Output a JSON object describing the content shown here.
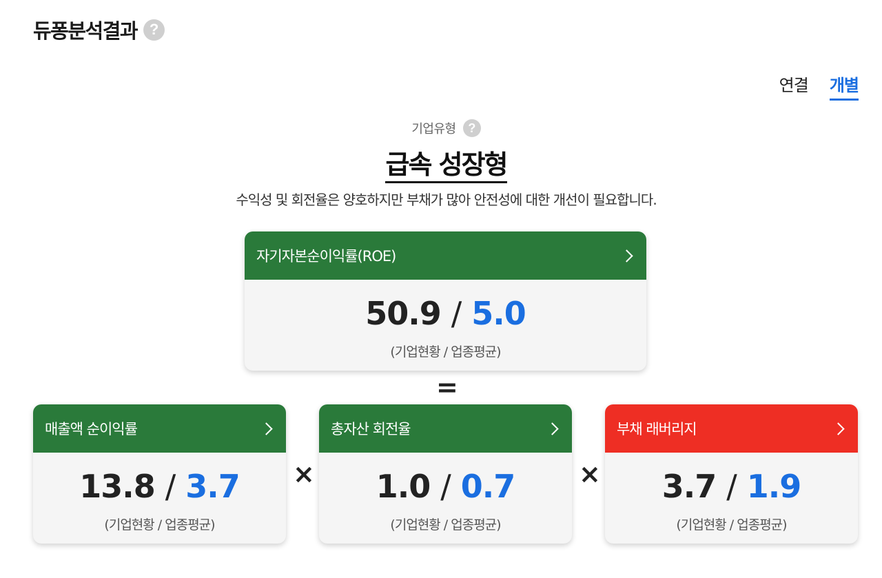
{
  "header": {
    "title": "듀퐁분석결과",
    "help_icon": "?"
  },
  "view_tabs": [
    {
      "label": "연결",
      "active": false
    },
    {
      "label": "개별",
      "active": true
    }
  ],
  "company_type": {
    "caption": "기업유형",
    "help_icon": "?",
    "value": "급속 성장형",
    "description": "수익성 및 회전율은 양호하지만 부채가 많아 안전성에 대한 개선이 필요합니다."
  },
  "roe": {
    "title": "자기자본순이익률(ROE)",
    "company": "50.9",
    "separator": "/",
    "industry": "5.0",
    "caption": "(기업현황 / 업종평균)",
    "header_color": "#2a7a3a"
  },
  "equals": "=",
  "multiply": "×",
  "factors": [
    {
      "title": "매출액 순이익률",
      "company": "13.8",
      "separator": "/",
      "industry": "3.7",
      "caption": "(기업현황 / 업종평균)",
      "header_color": "#2a7a3a"
    },
    {
      "title": "총자산 회전율",
      "company": "1.0",
      "separator": "/",
      "industry": "0.7",
      "caption": "(기업현황 / 업종평균)",
      "header_color": "#2a7a3a"
    },
    {
      "title": "부채 래버리지",
      "company": "3.7",
      "separator": "/",
      "industry": "1.9",
      "caption": "(기업현황 / 업종평균)",
      "header_color": "#ee2e24"
    }
  ],
  "colors": {
    "accent_blue": "#1a6ee0",
    "good_green": "#2a7a3a",
    "warning_red": "#ee2e24"
  },
  "icons": {
    "help": "question-circle-icon",
    "card_arrow": "chevron-right-icon"
  }
}
